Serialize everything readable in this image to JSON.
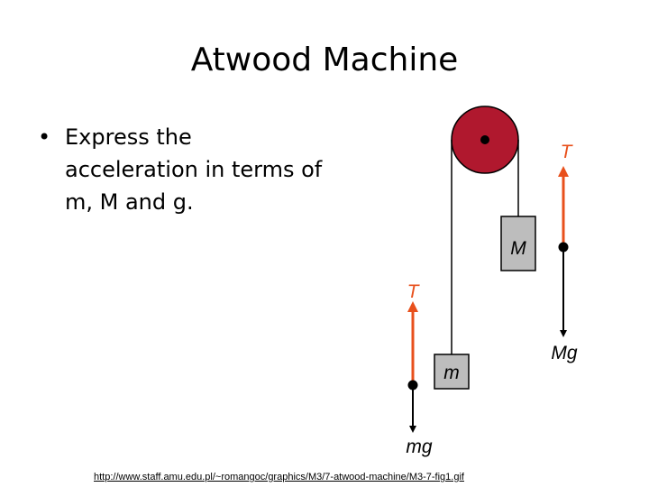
{
  "title": "Atwood Machine",
  "bullet": "Express the acceleration in terms of m, M and g.",
  "diagram": {
    "labels": {
      "tension_right": "T",
      "mass_big": "M",
      "weight_big": "Mg",
      "tension_left": "T",
      "mass_small": "m",
      "weight_small": "mg"
    },
    "colors": {
      "pulley_fill": "#b0182e",
      "arrow_orange": "#e8501c",
      "block_fill": "#bdbdbd",
      "line": "#000000"
    }
  },
  "source_url": "http://www.staff.amu.edu.pl/~romangoc/graphics/M3/7-atwood-machine/M3-7-fig1.gif"
}
